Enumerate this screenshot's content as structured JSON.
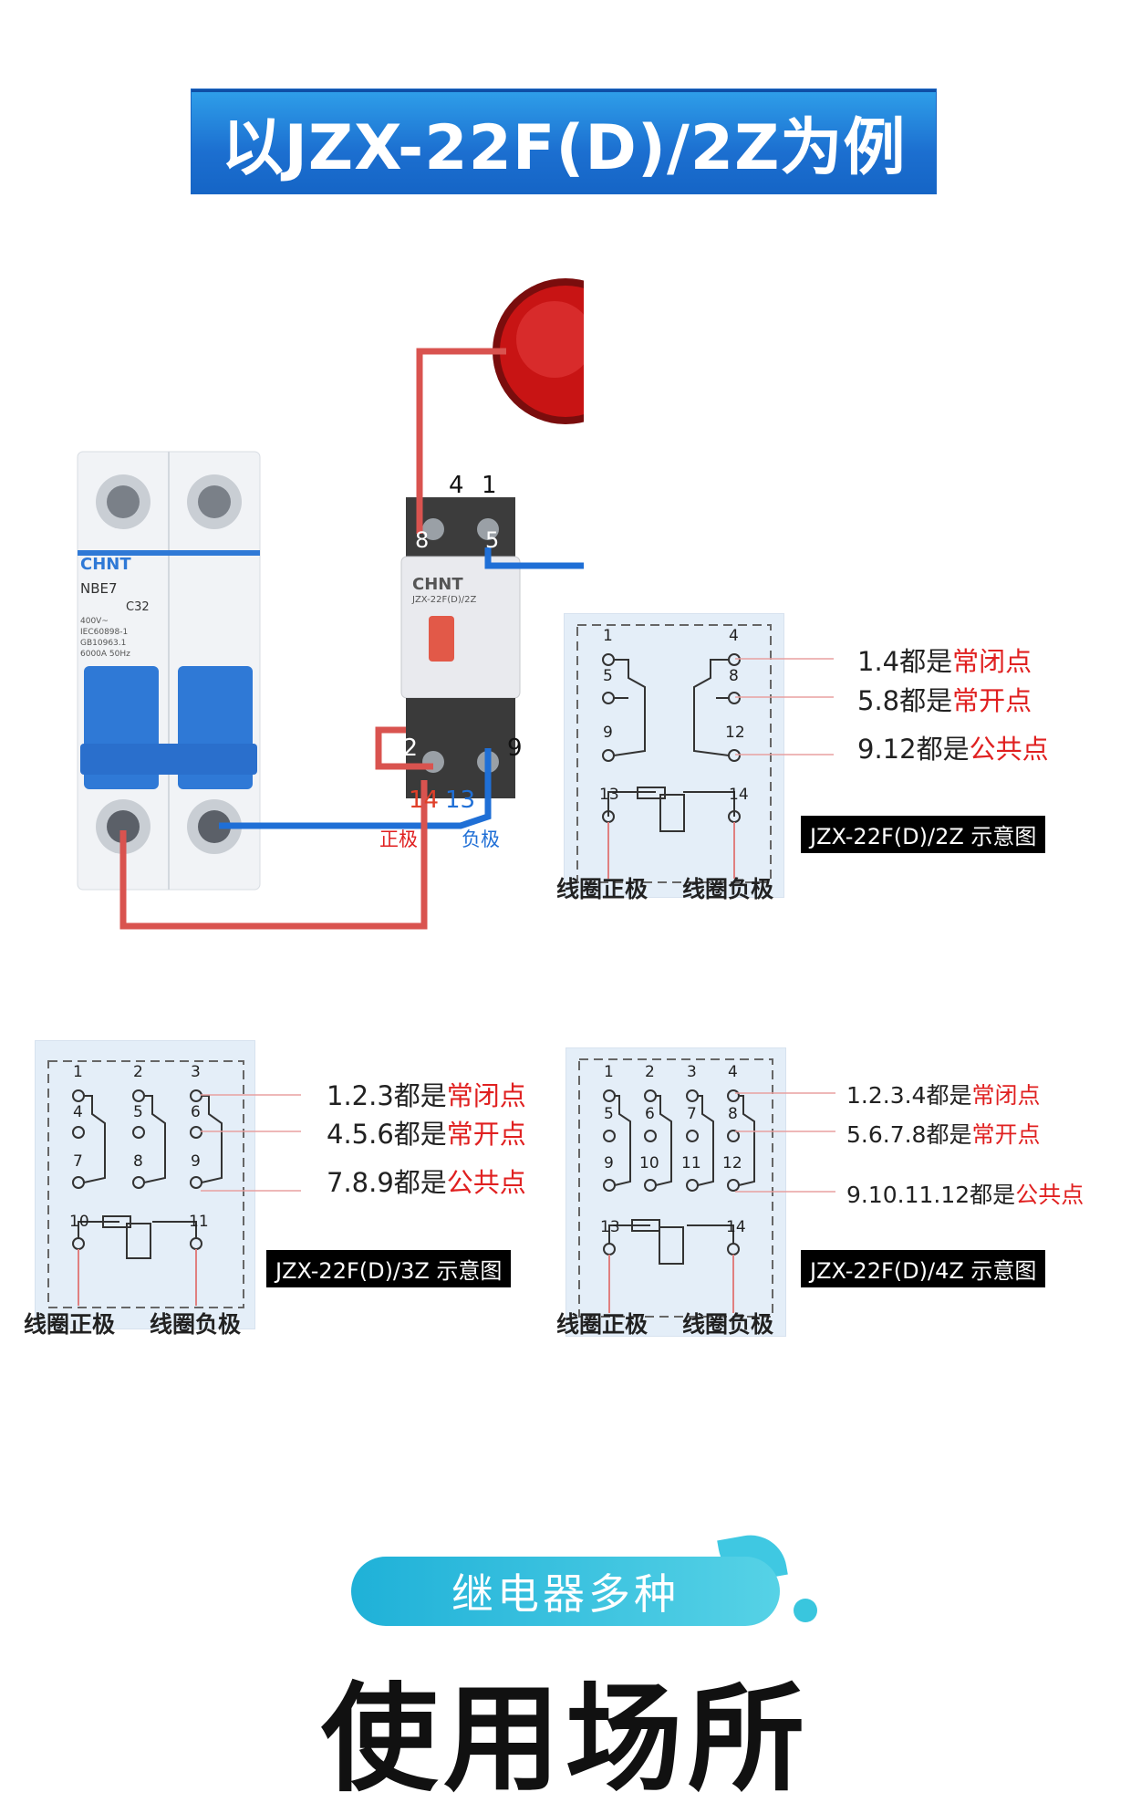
{
  "banner": {
    "title": "以JZX-22F(D)/2Z为例"
  },
  "breaker": {
    "brand": "CHNT",
    "model": "NBE7",
    "rating": "C32",
    "spec1": "400V~",
    "spec2": "IEC60898-1",
    "spec3": "GB10963.1",
    "spec4": "6000A 50Hz"
  },
  "relay": {
    "brand": "CHNT",
    "model": "JZX-22F(D)/2Z",
    "terminals_top": [
      "4",
      "1"
    ],
    "terminals_mid": [
      "8",
      "5"
    ],
    "terminals_bottom": [
      "12",
      "9"
    ],
    "terminals_coil": [
      "14",
      "13"
    ],
    "wire_pos_label": "正极",
    "wire_neg_label": "负极"
  },
  "diagram_2z": {
    "pins": [
      "1",
      "4",
      "5",
      "8",
      "9",
      "12",
      "13",
      "14"
    ],
    "coil_pos_label": "线圈正极",
    "coil_neg_label": "线圈负极",
    "caption": "JZX-22F(D)/2Z 示意图",
    "notes": [
      {
        "prefix": "1.4都是",
        "highlight": "常闭点"
      },
      {
        "prefix": "5.8都是",
        "highlight": "常开点"
      },
      {
        "prefix": "9.12都是",
        "highlight": "公共点"
      }
    ]
  },
  "diagram_3z": {
    "pins": [
      "1",
      "2",
      "3",
      "4",
      "5",
      "6",
      "7",
      "8",
      "9",
      "10",
      "11"
    ],
    "coil_pos_label": "线圈正极",
    "coil_neg_label": "线圈负极",
    "caption": "JZX-22F(D)/3Z 示意图",
    "notes": [
      {
        "prefix": "1.2.3都是",
        "highlight": "常闭点"
      },
      {
        "prefix": "4.5.6都是",
        "highlight": "常开点"
      },
      {
        "prefix": "7.8.9都是",
        "highlight": "公共点"
      }
    ]
  },
  "diagram_4z": {
    "pins": [
      "1",
      "2",
      "3",
      "4",
      "5",
      "6",
      "7",
      "8",
      "9",
      "10",
      "11",
      "12",
      "13",
      "14"
    ],
    "coil_pos_label": "线圈正极",
    "coil_neg_label": "线圈负极",
    "caption": "JZX-22F(D)/4Z 示意图",
    "notes": [
      {
        "prefix": "1.2.3.4都是",
        "highlight": "常闭点"
      },
      {
        "prefix": "5.6.7.8都是",
        "highlight": "常开点"
      },
      {
        "prefix": "9.10.11.12都是",
        "highlight": "公共点"
      }
    ]
  },
  "section": {
    "pill": "继电器多种",
    "title": "使用场所"
  },
  "colors": {
    "banner": "#1c6fd0",
    "wire_red": "#d9534f",
    "wire_blue": "#1f6fd6",
    "highlight": "#e02020",
    "lamp": "#d11a1a"
  }
}
